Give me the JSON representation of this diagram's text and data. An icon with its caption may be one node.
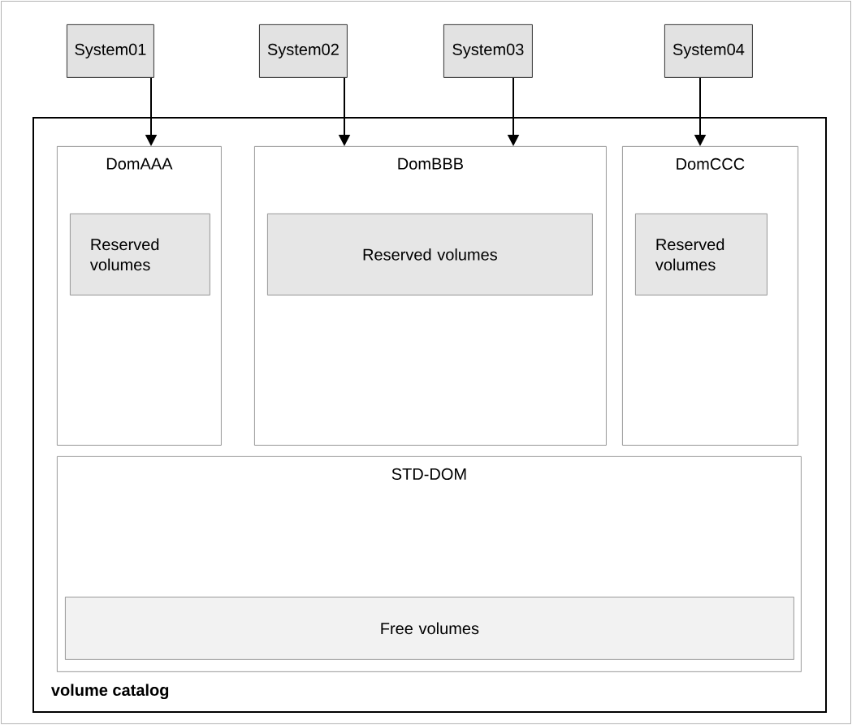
{
  "diagram": {
    "nodes": [
      {
        "text": [
          "System01"
        ]
      },
      {
        "text": [
          "System02"
        ]
      },
      {
        "text": [
          "System03"
        ]
      },
      {
        "text": [
          "System04"
        ]
      },
      {
        "text": [
          "volume catalog"
        ]
      },
      {
        "text": [
          "DomAAA"
        ],
        "in": 4
      },
      {
        "text": [
          "Reserved volumes"
        ],
        "in": 5
      },
      {
        "text": [
          "DomBBB"
        ],
        "in": 4
      },
      {
        "text": [
          "Reserved volumes"
        ],
        "in": 7
      },
      {
        "text": [
          "DomCCC"
        ],
        "in": 4
      },
      {
        "text": [
          "Reserved volumes"
        ],
        "in": 9
      },
      {
        "text": [
          "STD-DOM"
        ],
        "in": 4
      },
      {
        "text": [
          "Free volumes"
        ],
        "in": 11
      }
    ],
    "edges": [
      {
        "from": 0,
        "to": 5,
        "arrow": "to"
      },
      {
        "from": 1,
        "to": 7,
        "arrow": "to"
      },
      {
        "from": 2,
        "to": 7,
        "arrow": "to"
      },
      {
        "from": 3,
        "to": 9,
        "arrow": "to"
      }
    ]
  }
}
